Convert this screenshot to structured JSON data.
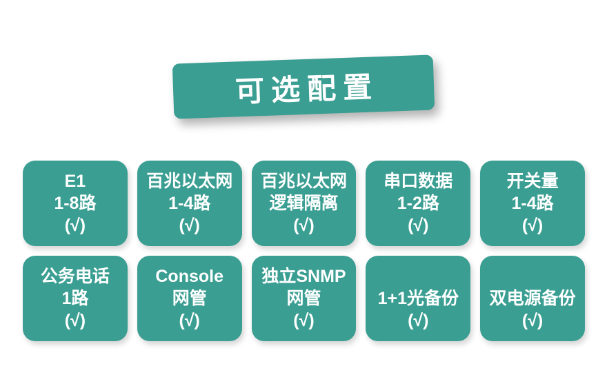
{
  "page": {
    "background_color": "#ffffff",
    "accent_color": "#3a9e92",
    "text_on_accent_color": "#ffffff"
  },
  "banner": {
    "title": "可选配置"
  },
  "rows": [
    {
      "cards": [
        {
          "lines": [
            "E1",
            "1-8路"
          ],
          "check": "(√)"
        },
        {
          "lines": [
            "百兆以太网",
            "1-4路"
          ],
          "check": "(√)"
        },
        {
          "lines": [
            "百兆以太网",
            "逻辑隔离"
          ],
          "check": "(√)"
        },
        {
          "lines": [
            "串口数据",
            "1-2路"
          ],
          "check": "(√)"
        },
        {
          "lines": [
            "开关量",
            "1-4路"
          ],
          "check": "(√)"
        }
      ]
    },
    {
      "cards": [
        {
          "lines": [
            "公务电话",
            "1路"
          ],
          "check": "(√)"
        },
        {
          "lines": [
            "Console",
            "网管"
          ],
          "check": "(√)"
        },
        {
          "lines": [
            "独立SNMP",
            "网管"
          ],
          "check": "(√)"
        },
        {
          "lines": [
            "1+1光备份"
          ],
          "check": "(√)"
        },
        {
          "lines": [
            "双电源备份"
          ],
          "check": "(√)"
        }
      ]
    }
  ]
}
